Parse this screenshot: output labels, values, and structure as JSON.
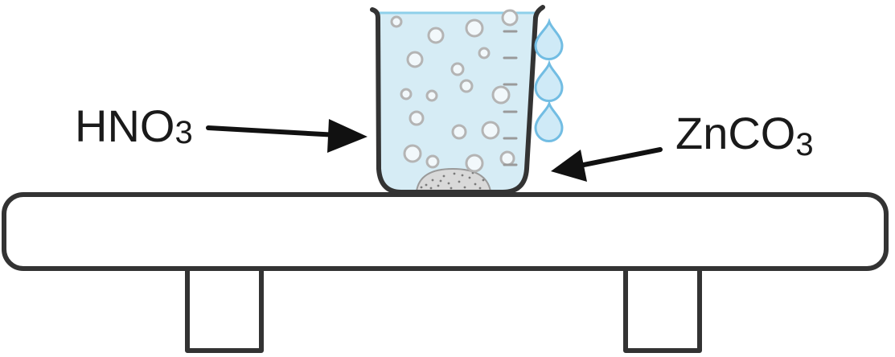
{
  "labels": {
    "acid": {
      "main": "HNO",
      "sub": "3"
    },
    "solid": {
      "main": "ZnCO",
      "sub": "3"
    }
  },
  "colors": {
    "liquid": "#d6ecf5",
    "liquid_surface": "#8fd0ea",
    "outline": "#333333",
    "drop_fill": "#cfeaf7",
    "drop_stroke": "#72bde3",
    "bubble_fill": "#f2f8fb",
    "bubble_stroke": "#b4b4b4",
    "powder": "#d9d9d9",
    "arrow": "#111111"
  },
  "icons": [
    "beaker",
    "liquid",
    "bubbles",
    "water-drops",
    "powder-pile",
    "table",
    "arrow"
  ]
}
